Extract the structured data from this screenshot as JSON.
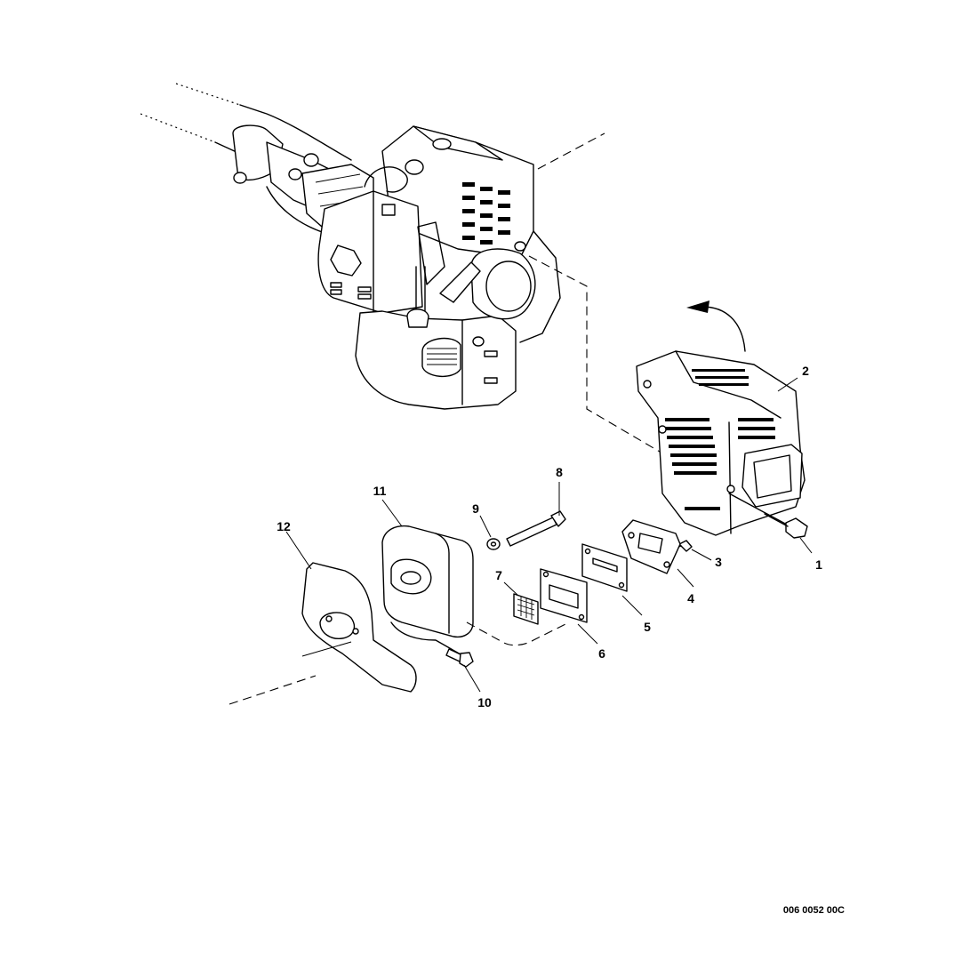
{
  "figure": {
    "drawing_code": "006 0052 00C",
    "callouts": [
      {
        "id": "1",
        "label": "1",
        "part": "screw"
      },
      {
        "id": "2",
        "label": "2",
        "part": "muffler-cover"
      },
      {
        "id": "3",
        "label": "3",
        "part": "small-screw"
      },
      {
        "id": "4",
        "label": "4",
        "part": "muffler-plate"
      },
      {
        "id": "5",
        "label": "5",
        "part": "gasket"
      },
      {
        "id": "6",
        "label": "6",
        "part": "gasket"
      },
      {
        "id": "7",
        "label": "7",
        "part": "spark-screen"
      },
      {
        "id": "8",
        "label": "8",
        "part": "long-bolt"
      },
      {
        "id": "9",
        "label": "9",
        "part": "washer"
      },
      {
        "id": "10",
        "label": "10",
        "part": "bolt"
      },
      {
        "id": "11",
        "label": "11",
        "part": "muffler"
      },
      {
        "id": "12",
        "label": "12",
        "part": "heat-shield"
      }
    ]
  }
}
